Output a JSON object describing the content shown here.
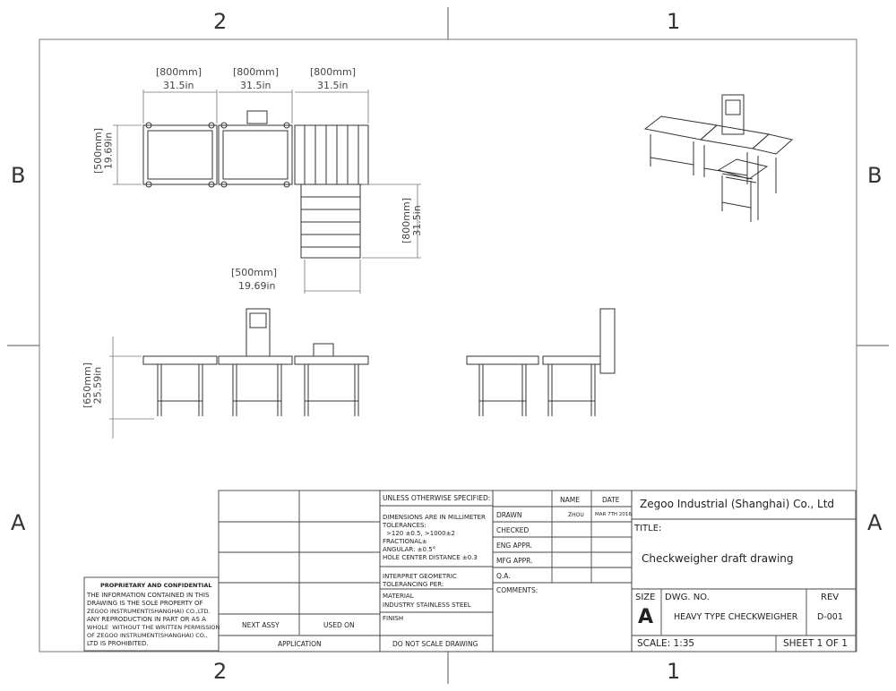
{
  "zones": {
    "top_left": "2",
    "top_right": "1",
    "bottom_left": "2",
    "bottom_right": "1",
    "left_top": "B",
    "left_bottom": "A",
    "right_top": "B",
    "right_bottom": "A"
  },
  "top_view": {
    "dim1_mm": "[800mm]",
    "dim1_in": "31.5in",
    "dim2_mm": "[800mm]",
    "dim2_in": "31.5in",
    "dim3_mm": "[800mm]",
    "dim3_in": "31.5in",
    "left_mm": "[500mm]",
    "left_in": "19.69in",
    "right_mm": "[800mm]",
    "right_in": "31.5in",
    "bottom_mm": "[500mm]",
    "bottom_in": "19.69in"
  },
  "front_view": {
    "height_mm": "[650mm]",
    "height_in": "25.59in"
  },
  "proprietary": {
    "title": "PROPRIETARY AND CONFIDENTIAL",
    "lines": [
      "THE INFORMATION CONTAINED IN THIS",
      "DRAWING IS THE SOLE PROPERTY OF",
      "ZEGOO INSTRUMENT(SHANGHAI) CO.,LTD.",
      "ANY REPRODUCTION IN PART OR AS A",
      "WHOLE  WITHOUT THE WRITTEN PERMISSION",
      "OF ZEGOO INSTRUMENT(SHANGHAI) CO.,",
      "LTD IS PROHIBITED."
    ]
  },
  "title_block": {
    "next_assy": "NEXT ASSY",
    "used_on": "USED ON",
    "application": "APPLICATION",
    "unless": "UNLESS OTHERWISE SPECIFIED:",
    "tol_lines": [
      "DIMENSIONS ARE IN MILLIMETER",
      "TOLERANCES:",
      ">120 ±0.5, >1000±2",
      "FRACTIONAL±",
      "ANGULAR: ±0.5°",
      "HOLE CENTER DISTANCE ±0.3"
    ],
    "interpret": [
      "INTERPRET GEOMETRIC",
      "TOLERANCING PER:"
    ],
    "material_label": "MATERIAL",
    "material_value": "INDUSTRY STAINLESS STEEL",
    "finish": "FINISH",
    "do_not_scale": "DO NOT SCALE DRAWING",
    "name_header": "NAME",
    "date_header": "DATE",
    "drawn": "DRAWN",
    "drawn_name": "ZHOU",
    "drawn_date": "MAR 7TH 2016",
    "checked": "CHECKED",
    "eng_appr": "ENG APPR.",
    "mfg_appr": "MFG APPR.",
    "qa": "Q.A.",
    "comments": "COMMENTS:",
    "company": "Zegoo Industrial (Shanghai) Co., Ltd",
    "title_label": "TITLE:",
    "title_value": "Checkweigher draft drawing",
    "size_label": "SIZE",
    "size_value": "A",
    "dwg_no_label": "DWG.  NO.",
    "dwg_no_value": "HEAVY TYPE CHECKWEIGHER",
    "rev_label": "REV",
    "rev_value": "D-001",
    "scale": "SCALE: 1:35",
    "sheet": "SHEET 1 OF 1"
  }
}
